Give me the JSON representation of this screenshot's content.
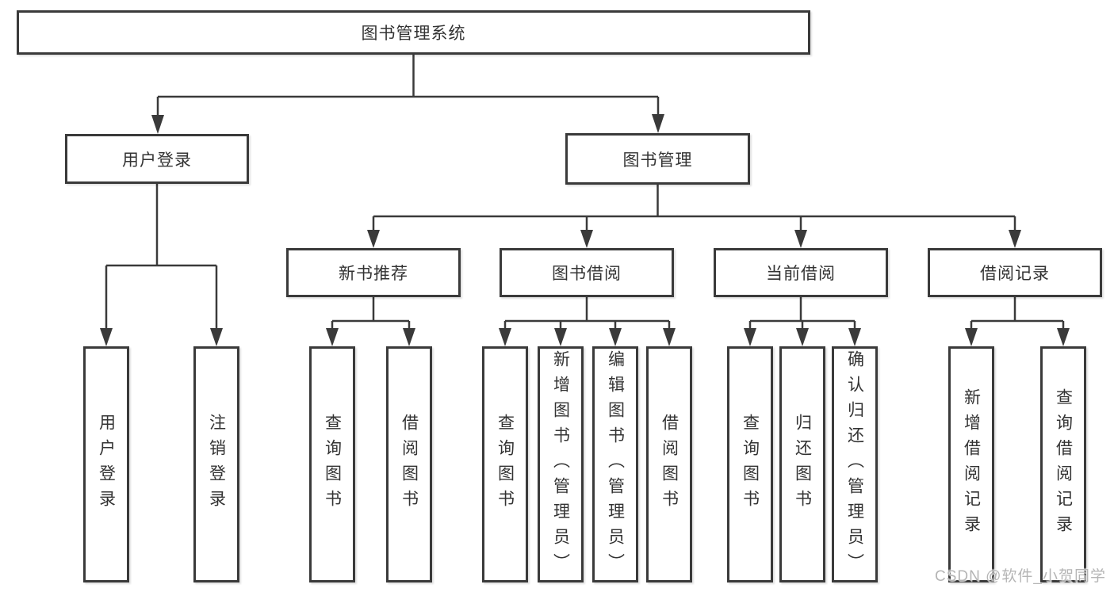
{
  "root": {
    "label": "图书管理系统"
  },
  "login": {
    "label": "用户登录",
    "children": [
      {
        "label": "用户登录"
      },
      {
        "label": "注销登录"
      }
    ]
  },
  "mgmt": {
    "label": "图书管理",
    "groups": [
      {
        "label": "新书推荐",
        "children": [
          {
            "label": "查询图书"
          },
          {
            "label": "借阅图书"
          }
        ]
      },
      {
        "label": "图书借阅",
        "children": [
          {
            "label": "查询图书"
          },
          {
            "label": "新增图书（管理员）"
          },
          {
            "label": "编辑图书（管理员）"
          },
          {
            "label": "借阅图书"
          }
        ]
      },
      {
        "label": "当前借阅",
        "children": [
          {
            "label": "查询图书"
          },
          {
            "label": "归还图书"
          },
          {
            "label": "确认归还（管理员）"
          }
        ]
      },
      {
        "label": "借阅记录",
        "children": [
          {
            "label": "新增借阅记录"
          },
          {
            "label": "查询借阅记录"
          }
        ]
      }
    ]
  },
  "watermark": "CSDN @软件_小贺同学",
  "colors": {
    "line": "#3a3a3a",
    "box_border": "#3a3a3a",
    "text": "#333333",
    "background": "#ffffff",
    "watermark": "#b5b5b5"
  }
}
